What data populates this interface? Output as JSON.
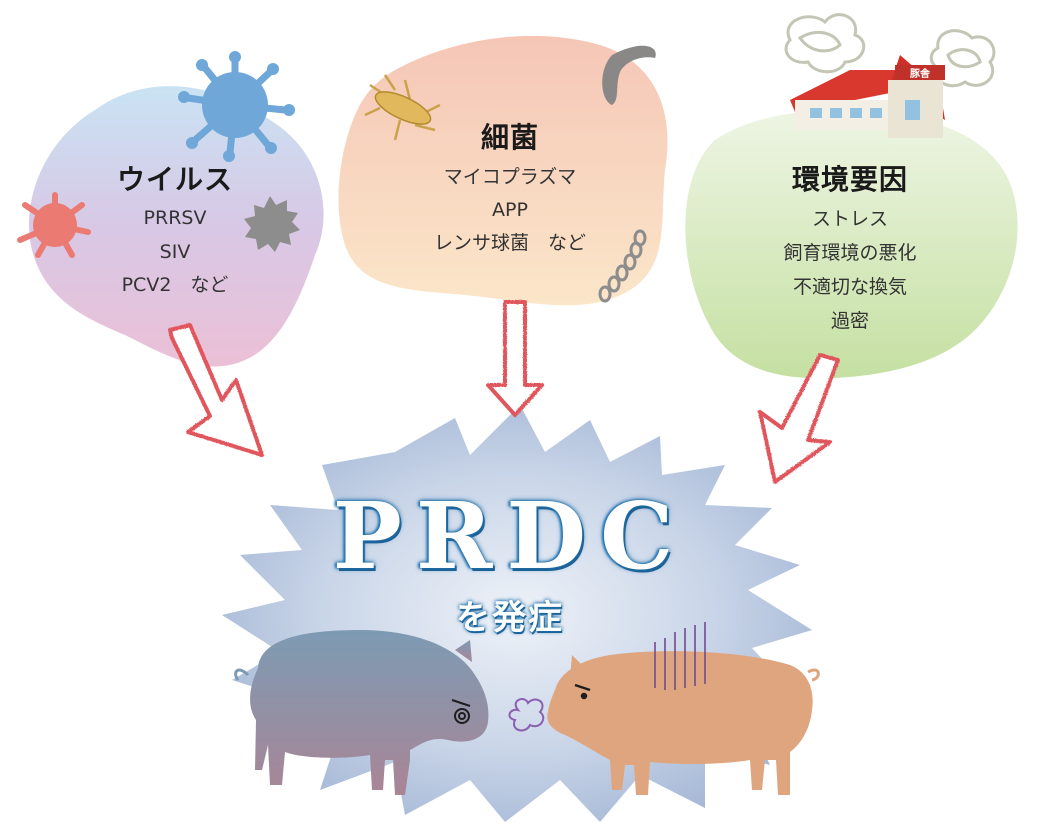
{
  "virus": {
    "title": "ウイルス",
    "items": [
      "PRRSV",
      "SIV",
      "PCV2　など"
    ]
  },
  "bacteria": {
    "title": "細菌",
    "items": [
      "マイコプラズマ",
      "APP",
      "レンサ球菌　など"
    ]
  },
  "environment": {
    "title": "環境要因",
    "items": [
      "ストレス",
      "飼育環境の悪化",
      "不適切な換気",
      "過密"
    ],
    "farm_sign": "豚舎"
  },
  "center": {
    "main": "PRDC",
    "sub": "を発症"
  },
  "colors": {
    "virus_blob": "#d8c8e6",
    "bacteria_blob": "#f7d2b8",
    "environment_blob": "#d9ebc6",
    "arrow": "#e0575c",
    "burst": "#b9c8e0",
    "text_glow": "#1f6fa8",
    "pig_left": "#7f99b0",
    "pig_right": "#dea57e"
  }
}
